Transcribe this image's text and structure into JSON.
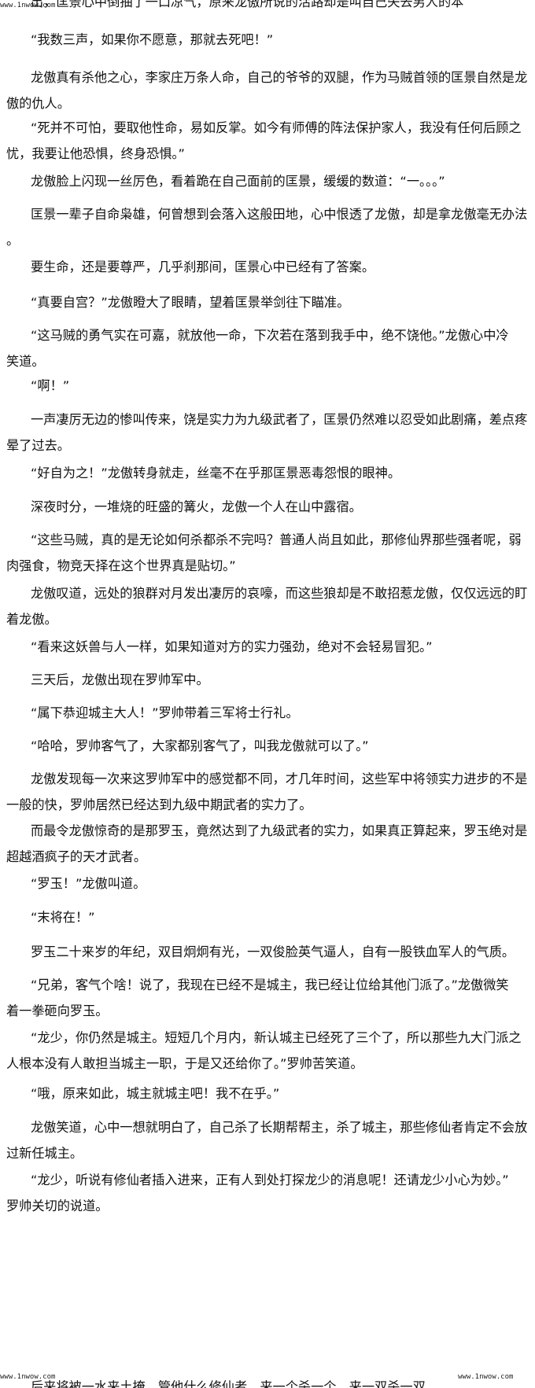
{
  "watermark": {
    "top_left": "www.1nwow.com",
    "bottom_left": "www.1nwow.com",
    "bottom_right": "www.1nwow.com"
  },
  "cut_top_line": "出，匡景心中倒抽了一口凉气，原来龙傲所说的活路却是叫自己失去男人的本",
  "cut_bottom_line": "后来将被一水来土掩，管他什么修仙者，来一个杀一个，来一双杀一双。",
  "paragraphs": [
    {
      "lines": [
        "“我数三声，如果你不愿意，那就去死吧！”"
      ]
    },
    {
      "lines": [
        "龙傲真有杀他之心，李家庄万条人命，自己的爷爷的双腿，作为马贼首领的匡景自然是龙",
        "傲的仇人。"
      ]
    },
    {
      "lines": [
        "“死并不可怕，要取他性命，易如反掌。如今有师傅的阵法保护家人，我没有任何后顾之",
        "忧，我要让他恐惧，终身恐惧。”"
      ]
    },
    {
      "lines": [
        "龙傲脸上闪现一丝厉色，看着跪在自己面前的匡景，缓缓的数道：“一。。。”"
      ]
    },
    {
      "lines": [
        "匡景一辈子自命枭雄，何曾想到会落入这般田地，心中恨透了龙傲，却是拿龙傲毫无办法",
        "。"
      ]
    },
    {
      "lines": [
        "要生命，还是要尊严，几乎刹那间，匡景心中已经有了答案。"
      ]
    },
    {
      "lines": [
        "“真要自宫？”龙傲瞪大了眼睛，望着匡景举剑往下瞄准。"
      ]
    },
    {
      "lines": [
        "“这马贼的勇气实在可嘉，就放他一命，下次若在落到我手中，绝不饶他。”龙傲心中冷",
        "笑道。"
      ]
    },
    {
      "lines": [
        "“啊！”"
      ]
    },
    {
      "lines": [
        "一声凄厉无边的惨叫传来，饶是实力为九级武者了，匡景仍然难以忍受如此剧痛，差点疼",
        "晕了过去。"
      ]
    },
    {
      "lines": [
        "“好自为之！”龙傲转身就走，丝毫不在乎那匡景恶毒怨恨的眼神。"
      ]
    },
    {
      "lines": [
        "深夜时分，一堆烧的旺盛的篝火，龙傲一个人在山中露宿。"
      ]
    },
    {
      "lines": [
        "“这些马贼，真的是无论如何杀都杀不完吗？普通人尚且如此，那修仙界那些强者呢，弱",
        "肉强食，物竞天择在这个世界真是贴切。”"
      ]
    },
    {
      "lines": [
        "龙傲叹道，远处的狼群对月发出凄厉的哀嚎，而这些狼却是不敢招惹龙傲，仅仅远远的盯",
        "着龙傲。"
      ]
    },
    {
      "lines": [
        "“看来这妖兽与人一样，如果知道对方的实力强劲，绝对不会轻易冒犯。”"
      ]
    },
    {
      "lines": [
        "三天后，龙傲出现在罗帅军中。"
      ]
    },
    {
      "lines": [
        "“属下恭迎城主大人！”罗帅带着三军将士行礼。"
      ]
    },
    {
      "lines": [
        "“哈哈，罗帅客气了，大家都别客气了，叫我龙傲就可以了。”"
      ]
    },
    {
      "lines": [
        "龙傲发现每一次来这罗帅军中的感觉都不同，才几年时间，这些军中将领实力进步的不是",
        "一般的快，罗帅居然已经达到九级中期武者的实力了。"
      ]
    },
    {
      "lines": [
        "而最令龙傲惊奇的是那罗玉，竟然达到了九级武者的实力，如果真正算起来，罗玉绝对是",
        "超越酒疯子的天才武者。"
      ]
    },
    {
      "lines": [
        "“罗玉！”龙傲叫道。"
      ]
    },
    {
      "lines": [
        "“末将在！”"
      ]
    },
    {
      "lines": [
        "罗玉二十来岁的年纪，双目炯炯有光，一双俊脸英气逼人，自有一股铁血军人的气质。"
      ]
    },
    {
      "lines": [
        "“兄弟，客气个啥！说了，我现在已经不是城主，我已经让位给其他门派了。”龙傲微笑",
        "着一拳砸向罗玉。"
      ]
    },
    {
      "lines": [
        "“龙少，你仍然是城主。短短几个月内，新认城主已经死了三个了，所以那些九大门派之",
        "人根本没有人敢担当城主一职，于是又还给你了。”罗帅苦笑道。"
      ]
    },
    {
      "lines": [
        "“哦，原来如此，城主就城主吧！我不在乎。”"
      ]
    },
    {
      "lines": [
        "龙傲笑道，心中一想就明白了，自己杀了长期帮帮主，杀了城主，那些修仙者肯定不会放",
        "过新任城主。"
      ]
    },
    {
      "lines": [
        "“龙少，听说有修仙者插入进来，正有人到处打探龙少的消息呢！还请龙少小心为妙。”",
        "罗帅关切的说道。"
      ]
    }
  ]
}
